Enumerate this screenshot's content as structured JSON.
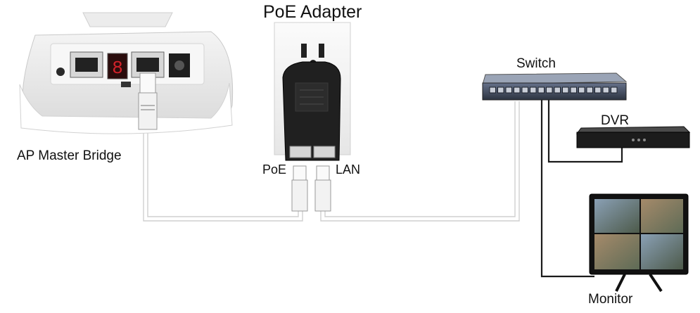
{
  "diagram": {
    "title": "PoE Adapter",
    "nodes": {
      "ap": "AP Master Bridge",
      "poe_port": "PoE",
      "lan_port": "LAN",
      "switch": "Switch",
      "dvr": "DVR",
      "monitor": "Monitor"
    },
    "ap_display": "8",
    "edges": [
      {
        "from": "AP Master Bridge",
        "to": "PoE"
      },
      {
        "from": "LAN",
        "to": "Switch"
      },
      {
        "from": "Switch",
        "to": "DVR"
      },
      {
        "from": "Switch",
        "to": "Monitor"
      }
    ]
  },
  "colors": {
    "cable_light": "#d8d8d8",
    "cable_dark": "#1a1a1a",
    "adapter_body": "#202020",
    "switch_body": "#3e4756",
    "display_red": "#d4222a"
  }
}
